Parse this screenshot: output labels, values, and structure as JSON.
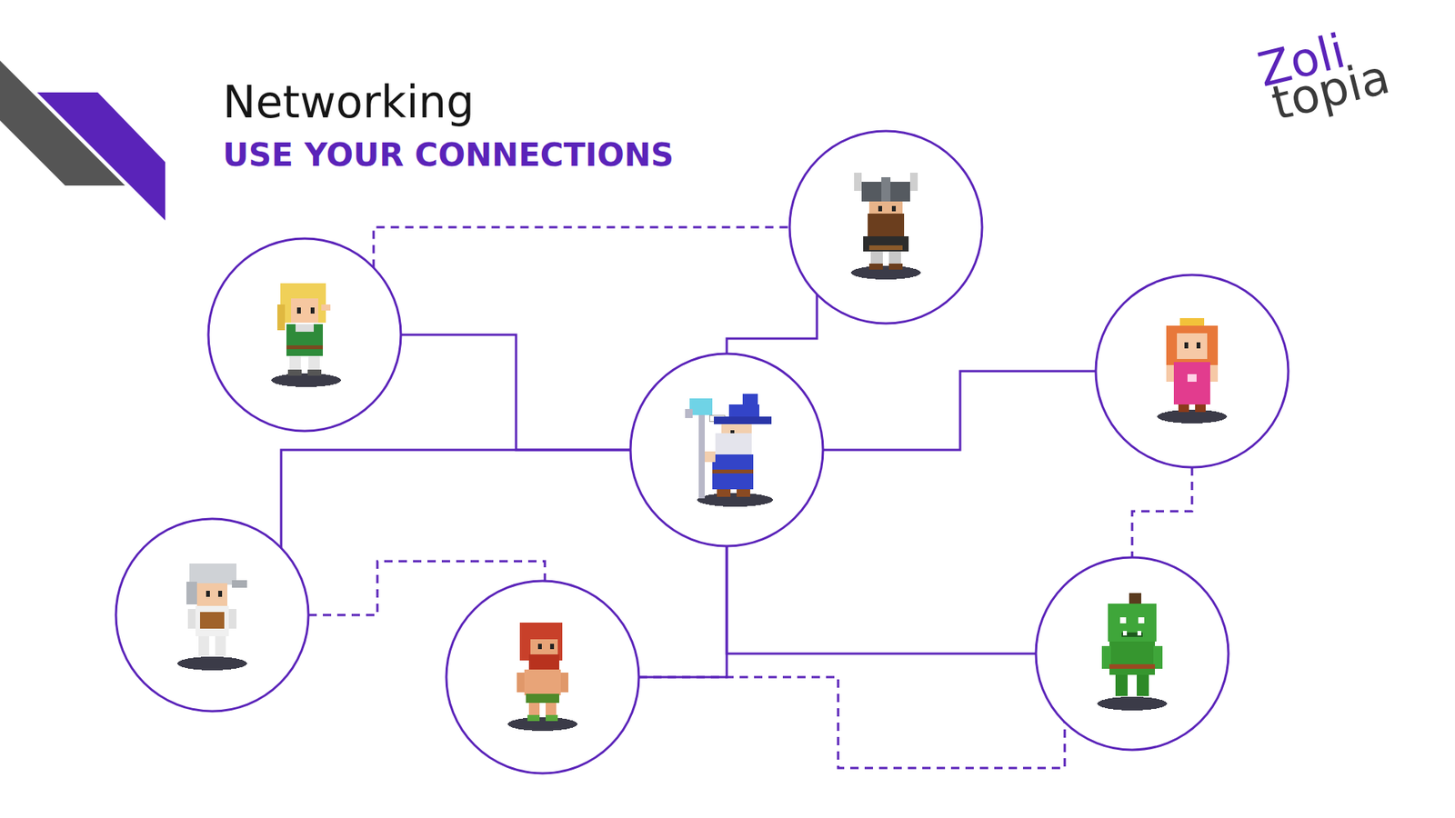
{
  "diagram": {
    "title": "Networking",
    "nodes": [
      {
        "text": []
      },
      {
        "text": []
      },
      {
        "text": []
      },
      {
        "text": []
      },
      {
        "text": []
      },
      {
        "text": []
      },
      {
        "text": []
      }
    ],
    "edges": [
      {
        "from": 0,
        "to": 2,
        "arrow": "none"
      },
      {
        "from": 2,
        "to": 4,
        "arrow": "none"
      },
      {
        "from": 2,
        "to": 1,
        "arrow": "none"
      },
      {
        "from": 2,
        "to": 3,
        "arrow": "none"
      },
      {
        "from": 2,
        "to": 5,
        "arrow": "none"
      },
      {
        "from": 2,
        "to": 6,
        "arrow": "none"
      },
      {
        "from": 0,
        "to": 1,
        "arrow": "none"
      },
      {
        "from": 4,
        "to": 5,
        "arrow": "none"
      },
      {
        "from": 5,
        "to": 6,
        "arrow": "none"
      },
      {
        "from": 3,
        "to": 6,
        "arrow": "none"
      }
    ],
    "labels": [
      "USE YOUR CONNECTIONS",
      "Zoli",
      "topia"
    ]
  }
}
